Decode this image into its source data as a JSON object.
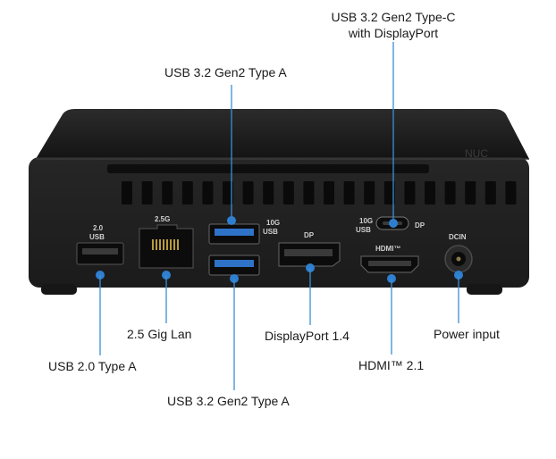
{
  "callouts": {
    "usb_c_line1": "USB 3.2 Gen2 Type-C",
    "usb_c_line2": "with DisplayPort",
    "usb_a_top": "USB 3.2 Gen2 Type A",
    "lan": "2.5 Gig Lan",
    "usb2": "USB 2.0 Type A",
    "usb_a_bottom": "USB 3.2 Gen2 Type A",
    "displayport": "DisplayPort 1.4",
    "hdmi": "HDMI™ 2.1",
    "power": "Power input"
  },
  "port_labels": {
    "usb2_top": "2.0",
    "usb2_bottom": "USB",
    "lan_speed": "2.5G",
    "usb10g_top": "10G",
    "usb10g_bottom": "USB",
    "dp": "DP",
    "usbc_top": "10G",
    "usbc_bottom": "USB",
    "usbc_dp": "DP",
    "hdmi_logo": "HDMI™",
    "dcin": "DCIN"
  },
  "colors": {
    "leader": "#3a8fd6",
    "dot": "#2f7fd0",
    "chassis": "#1e1e1e",
    "usb_blue": "#2f73c8"
  }
}
